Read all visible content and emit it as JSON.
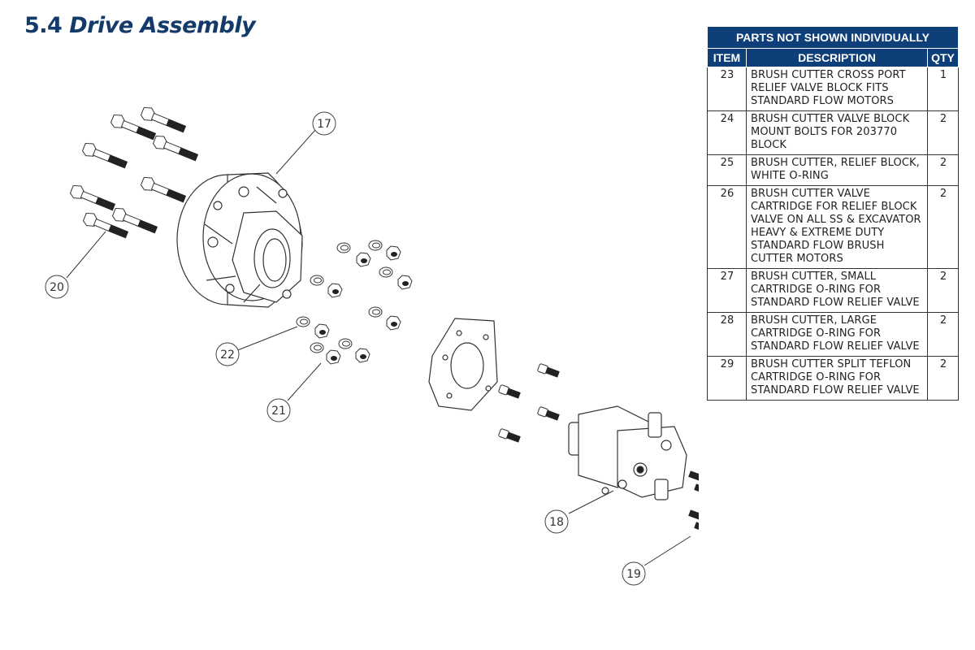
{
  "header": {
    "section_number": "5.4",
    "section_title": "Drive Assembly"
  },
  "parts_table": {
    "caption": "PARTS NOT SHOWN INDIVIDUALLY",
    "columns": [
      "ITEM",
      "DESCRIPTION",
      "QTY"
    ],
    "rows": [
      {
        "item": "23",
        "description": "BRUSH CUTTER CROSS PORT RELIEF VALVE BLOCK FITS STANDARD FLOW MOTORS",
        "qty": "1"
      },
      {
        "item": "24",
        "description": "BRUSH CUTTER VALVE BLOCK MOUNT BOLTS FOR 203770 BLOCK",
        "qty": "2"
      },
      {
        "item": "25",
        "description": "BRUSH CUTTER, RELIEF BLOCK, WHITE O-RING",
        "qty": "2"
      },
      {
        "item": "26",
        "description": "BRUSH CUTTER VALVE CARTRIDGE FOR RELIEF BLOCK VALVE ON ALL SS & EXCAVATOR HEAVY & EXTREME DUTY STANDARD FLOW BRUSH CUTTER MOTORS",
        "qty": "2"
      },
      {
        "item": "27",
        "description": "BRUSH CUTTER, SMALL CARTRIDGE O-RING FOR STANDARD FLOW RELIEF VALVE",
        "qty": "2"
      },
      {
        "item": "28",
        "description": "BRUSH CUTTER, LARGE CARTRIDGE O-RING FOR STANDARD FLOW RELIEF VALVE",
        "qty": "2"
      },
      {
        "item": "29",
        "description": "BRUSH CUTTER SPLIT TEFLON CARTRIDGE O-RING FOR STANDARD FLOW RELIEF VALVE",
        "qty": "2"
      }
    ]
  },
  "callouts": {
    "c17": "17",
    "c18": "18",
    "c19": "19",
    "c20": "20",
    "c21": "21",
    "c22": "22"
  },
  "colors": {
    "heading": "#123a6b",
    "table_header": "#0f3f78"
  }
}
